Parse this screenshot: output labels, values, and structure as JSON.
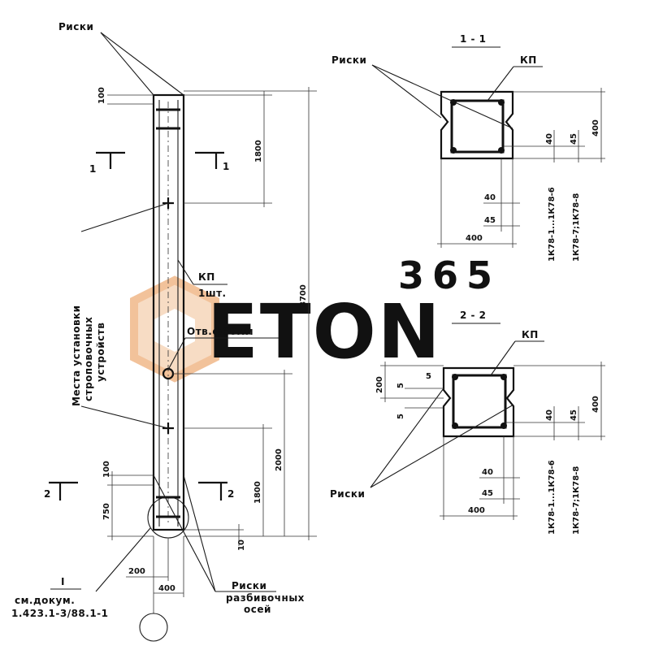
{
  "watermark": {
    "number": "365",
    "word": "ETON",
    "colors": {
      "number": "#f3c9a6",
      "word": "#cfcfcf",
      "logo": "#f5d2b3"
    }
  },
  "elevation": {
    "label_riski_top": "Риски",
    "dim_100_top": "100",
    "dim_1800_top": "1800",
    "dim_8700": "8700",
    "section_mark_1": "1",
    "section_mark_2": "2",
    "label_kp": "КП",
    "label_kp_qty": "1шт.",
    "label_hole": "Отв.ф60мм",
    "label_lifting_line1": "Места установки",
    "label_lifting_line2": "строповочных",
    "label_lifting_line3": "устройств",
    "dim_2000": "2000",
    "dim_1800_bottom": "1800",
    "dim_100_bottom": "100",
    "dim_750": "750",
    "dim_10": "10",
    "dim_200": "200",
    "dim_400": "400",
    "detail_mark": "I",
    "see_doc_line1": "см.докум.",
    "see_doc_line2": "1.423.1-3/88.1-1",
    "label_riski_bottom": "Риски",
    "label_axes_line1": "разбивочных",
    "label_axes_line2": "осей"
  },
  "section_1": {
    "title": "1 - 1",
    "label_riski": "Риски",
    "label_kp": "КП",
    "dim_400_h": "400",
    "dim_40": "40",
    "dim_45": "45",
    "dim_40_b": "40",
    "dim_45_b": "45",
    "dim_400_w": "400",
    "mark_1": "1К78-1...1К78-6",
    "mark_2": "1К78-7;1К78-8"
  },
  "section_2": {
    "title": "2 - 2",
    "label_riski": "Риски",
    "label_kp": "КП",
    "dim_200": "200",
    "dim_5a": "5",
    "dim_5b": "5",
    "dim_5c": "5",
    "dim_400_h": "400",
    "dim_40": "40",
    "dim_45": "45",
    "dim_40_b": "40",
    "dim_45_b": "45",
    "dim_400_w": "400",
    "mark_1": "1К78-1...1К78-6",
    "mark_2": "1К78-7;1К78-8"
  }
}
